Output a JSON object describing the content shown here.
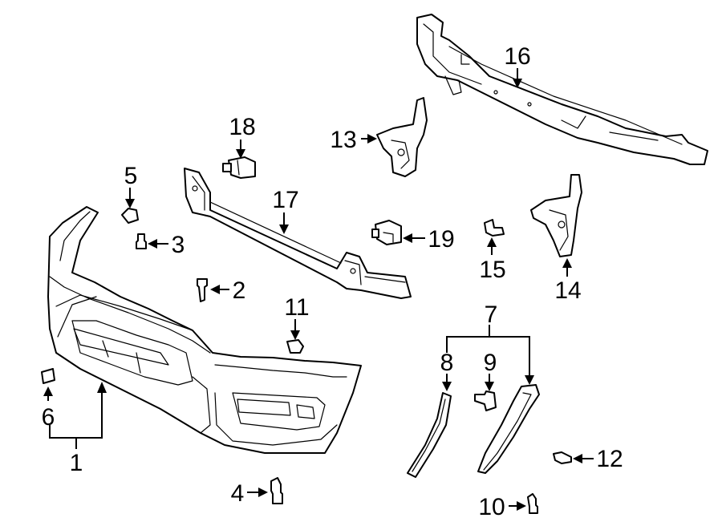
{
  "colors": {
    "line": "#000000",
    "background": "#ffffff"
  },
  "callouts": [
    {
      "part": "front-bumper-cover",
      "label": "1"
    },
    {
      "part": "clip",
      "label": "2"
    },
    {
      "part": "bolt",
      "label": "3"
    },
    {
      "part": "bolt",
      "label": "4"
    },
    {
      "part": "nut",
      "label": "5"
    },
    {
      "part": "plug",
      "label": "6"
    },
    {
      "part": "extension",
      "label": "7"
    },
    {
      "part": "extension-left",
      "label": "8"
    },
    {
      "part": "bolt",
      "label": "9"
    },
    {
      "part": "bolt",
      "label": "10"
    },
    {
      "part": "nut",
      "label": "11"
    },
    {
      "part": "retainer",
      "label": "12"
    },
    {
      "part": "bracket-left",
      "label": "13"
    },
    {
      "part": "bracket-right",
      "label": "14"
    },
    {
      "part": "bolt",
      "label": "15"
    },
    {
      "part": "support",
      "label": "16"
    },
    {
      "part": "reinforcement",
      "label": "17"
    },
    {
      "part": "bracket",
      "label": "18"
    },
    {
      "part": "bracket",
      "label": "19"
    }
  ]
}
